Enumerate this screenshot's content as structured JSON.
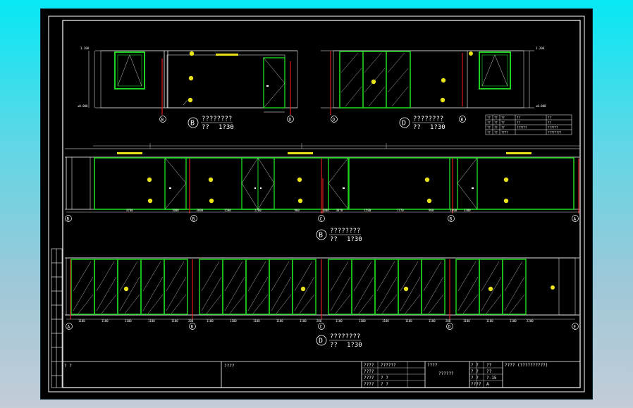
{
  "drawing": {
    "elevations": [
      {
        "marker": "B",
        "title": "????????",
        "scale_prefix": "??",
        "scale": "1?30"
      },
      {
        "marker": "D",
        "title": "????????",
        "scale_prefix": "??",
        "scale": "1?30"
      },
      {
        "marker": "B",
        "title": "????????",
        "scale_prefix": "??",
        "scale": "1?30"
      },
      {
        "marker": "D",
        "title": "????????",
        "scale_prefix": "??",
        "scale": "1?30"
      }
    ],
    "grid_axes": {
      "top_left": [
        "B",
        "D"
      ],
      "top_right": [
        "D",
        "B"
      ],
      "middle": [
        "B",
        "B",
        "C",
        "B",
        "A"
      ],
      "bottom": [
        "A",
        "B",
        "C",
        "D",
        "E"
      ]
    },
    "dims_middle": [
      "4700",
      "1000",
      "3000",
      "1500",
      "2200",
      "900",
      "1000",
      "3870",
      "1500",
      "1770",
      "900",
      "1000",
      "3300"
    ],
    "dims_bottom": [
      "1100",
      "1100",
      "1100",
      "1100",
      "1100",
      "200",
      "1100",
      "1100",
      "1100",
      "1100",
      "1100",
      "200",
      "1100",
      "1100",
      "1100",
      "1100",
      "1100",
      "200",
      "1100",
      "1100",
      "1100",
      "2200"
    ],
    "level_marks": [
      "±0.000",
      "3.200",
      "3.200",
      "±0.000"
    ],
    "legend_rows": [
      [
        "??",
        "??",
        "??",
        "??",
        "??"
      ],
      [
        "??",
        "??",
        "??",
        "??",
        "??"
      ],
      [
        "??",
        "??",
        "??",
        "??????",
        "??????"
      ],
      [
        "??",
        "??",
        "????",
        "",
        "????????"
      ]
    ]
  },
  "title_block": {
    "left": "? ?",
    "project": "????",
    "drawn_rows": [
      "????",
      "????",
      "????",
      "????"
    ],
    "name_cells": [
      "??????",
      "",
      "? ?",
      "? ?"
    ],
    "center": "????",
    "drawing_title": "??????",
    "right_rows": [
      "? ?",
      "? ?",
      "? ?",
      "????"
    ],
    "right_vals": [
      "??",
      "??",
      "?-15",
      "A"
    ],
    "company": "???? (??????????)"
  }
}
